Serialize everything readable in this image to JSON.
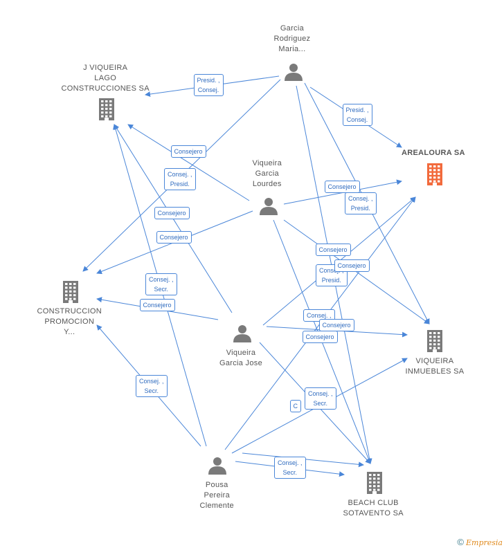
{
  "nodes": {
    "garcia_rodriguez": {
      "label_lines": [
        "Garcia",
        "Rodriguez",
        "Maria..."
      ],
      "type": "person"
    },
    "viqueira_garcia_lourdes": {
      "label_lines": [
        "Viqueira",
        "Garcia",
        "Lourdes"
      ],
      "type": "person"
    },
    "viqueira_garcia_jose": {
      "label_lines": [
        "Viqueira",
        "Garcia Jose"
      ],
      "type": "person"
    },
    "pousa_pereira": {
      "label_lines": [
        "Pousa",
        "Pereira",
        "Clemente"
      ],
      "type": "person"
    },
    "j_viqueira": {
      "label_lines": [
        "J VIQUEIRA",
        "LAGO",
        "CONSTRUCCIONES SA"
      ],
      "type": "company"
    },
    "arealoura": {
      "label_lines": [
        "AREALOURA SA"
      ],
      "type": "company",
      "highlight": true
    },
    "construccion": {
      "label_lines": [
        "CONSTRUCCION",
        "PROMOCION",
        "Y..."
      ],
      "type": "company"
    },
    "viqueira_inmuebles": {
      "label_lines": [
        "VIQUEIRA",
        "INMUEBLES SA"
      ],
      "type": "company"
    },
    "beach_club": {
      "label_lines": [
        "BEACH CLUB",
        "SOTAVENTO SA"
      ],
      "type": "company"
    }
  },
  "edge_labels": [
    {
      "lines": [
        "Presid. ,",
        "Consej."
      ]
    },
    {
      "lines": [
        "Presid. ,",
        "Consej."
      ]
    },
    {
      "lines": [
        "Consejero"
      ]
    },
    {
      "lines": [
        "Consej. ,",
        "Presid."
      ]
    },
    {
      "lines": [
        "Consejero"
      ]
    },
    {
      "lines": [
        "Consej. ,",
        "Presid."
      ]
    },
    {
      "lines": [
        "Consejero"
      ]
    },
    {
      "lines": [
        "Consejero"
      ]
    },
    {
      "lines": [
        "Consejero"
      ]
    },
    {
      "lines": [
        "Consej. ,",
        "Presid."
      ]
    },
    {
      "lines": [
        "Consejero"
      ]
    },
    {
      "lines": [
        "Consej. ,",
        "Secr."
      ]
    },
    {
      "lines": [
        "Consejero"
      ]
    },
    {
      "lines": [
        "Consej. ,"
      ]
    },
    {
      "lines": [
        "Consejero"
      ]
    },
    {
      "lines": [
        "Consejero"
      ]
    },
    {
      "lines": [
        "Consej. ,",
        "Secr."
      ]
    },
    {
      "lines": [
        "Consej. ,",
        "Secr."
      ]
    },
    {
      "lines": [
        "C"
      ]
    },
    {
      "lines": [
        "Consej. ,",
        "Secr."
      ]
    }
  ],
  "colors": {
    "edge": "#4a86d8",
    "person_icon": "#7a7a7a",
    "company_icon": "#7a7a7a",
    "company_highlight": "#f26a3c"
  },
  "footer": {
    "copyright": "©",
    "brand": "Empresia"
  }
}
